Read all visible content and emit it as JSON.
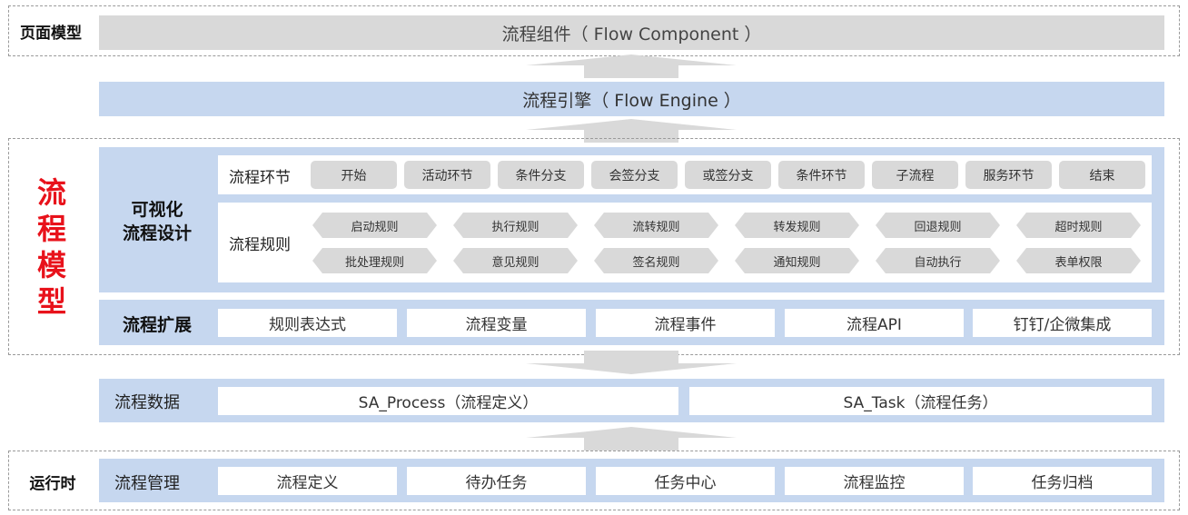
{
  "page_model": {
    "label": "页面模型",
    "flow_component": "流程组件（ Flow Component ）"
  },
  "flow_engine": "流程引擎（ Flow Engine ）",
  "flow_model": {
    "label_chars": [
      "流",
      "程",
      "模",
      "型"
    ],
    "visual_design": {
      "label_line1": "可视化",
      "label_line2": "流程设计",
      "nodes": {
        "label": "流程环节",
        "items": [
          "开始",
          "活动环节",
          "条件分支",
          "会签分支",
          "或签分支",
          "条件环节",
          "子流程",
          "服务环节",
          "结束"
        ]
      },
      "rules": {
        "label": "流程规则",
        "row1": [
          "启动规则",
          "执行规则",
          "流转规则",
          "转发规则",
          "回退规则",
          "超时规则"
        ],
        "row2": [
          "批处理规则",
          "意见规则",
          "签名规则",
          "通知规则",
          "自动执行",
          "表单权限"
        ]
      }
    },
    "extension": {
      "label": "流程扩展",
      "items": [
        "规则表达式",
        "流程变量",
        "流程事件",
        "流程API",
        "钉钉/企微集成"
      ]
    }
  },
  "flow_data": {
    "label": "流程数据",
    "items": [
      "SA_Process（流程定义）",
      "SA_Task（流程任务）"
    ]
  },
  "runtime": {
    "label": "运行时",
    "management": {
      "label": "流程管理",
      "items": [
        "流程定义",
        "待办任务",
        "任务中心",
        "流程监控",
        "任务归档"
      ]
    }
  },
  "colors": {
    "accent_red": "#e8121b",
    "panel_blue": "#c6d7ef",
    "gray": "#d9d9d9"
  }
}
